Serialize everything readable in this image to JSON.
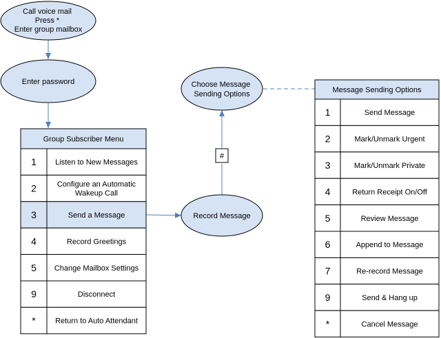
{
  "colors": {
    "node_fill": "#d6e3f5",
    "node_stroke": "#000000",
    "connector": "#4f81bd",
    "header_fill": "#d6e3f5",
    "highlight_fill": "#d6e3f5",
    "cell_fill": "#ffffff"
  },
  "nodes": {
    "call_voice_mail": [
      "Call voice mail",
      "Press *",
      "Enter group mailbox"
    ],
    "enter_password": [
      "Enter password"
    ],
    "choose_options": [
      "Choose Message",
      "Sending Options"
    ],
    "record_message": [
      "Record Message"
    ]
  },
  "hash_key": "#",
  "group_menu": {
    "title": "Group Subscriber Menu",
    "rows": [
      {
        "key": "1",
        "label": [
          "Listen to New Messages"
        ],
        "highlighted": false
      },
      {
        "key": "2",
        "label": [
          "Configure an Automatic",
          "Wakeup Call"
        ],
        "highlighted": false
      },
      {
        "key": "3",
        "label": [
          "Send a Message"
        ],
        "highlighted": true
      },
      {
        "key": "4",
        "label": [
          "Record Greetings"
        ],
        "highlighted": false
      },
      {
        "key": "5",
        "label": [
          "Change Mailbox Settings"
        ],
        "highlighted": false
      },
      {
        "key": "9",
        "label": [
          "Disconnect"
        ],
        "highlighted": false
      },
      {
        "key": "*",
        "label": [
          "Return to Auto Attendant"
        ],
        "highlighted": false
      }
    ]
  },
  "sending_options": {
    "title": "Message Sending Options",
    "rows": [
      {
        "key": "1",
        "label": [
          "Send Message"
        ]
      },
      {
        "key": "2",
        "label": [
          "Mark/Unmark Urgent"
        ]
      },
      {
        "key": "3",
        "label": [
          "Mark/Unmark Private"
        ]
      },
      {
        "key": "4",
        "label": [
          "Return Receipt On/Off"
        ]
      },
      {
        "key": "5",
        "label": [
          "Review Message"
        ]
      },
      {
        "key": "6",
        "label": [
          "Append to Message"
        ]
      },
      {
        "key": "7",
        "label": [
          "Re-record Message"
        ]
      },
      {
        "key": "9",
        "label": [
          "Send & Hang up"
        ]
      },
      {
        "key": "*",
        "label": [
          "Cancel Message"
        ]
      }
    ]
  }
}
